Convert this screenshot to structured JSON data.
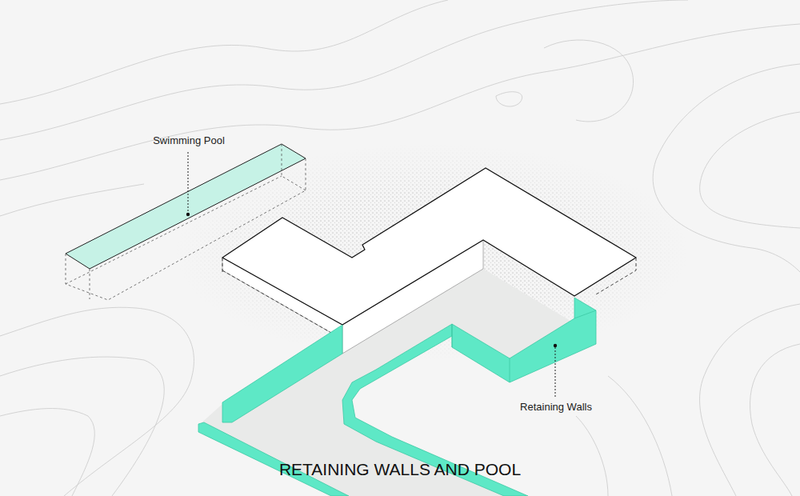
{
  "diagram": {
    "caption": "RETAINING WALLS AND POOL",
    "labels": [
      "Swimming Pool",
      "Retaining Walls"
    ]
  }
}
